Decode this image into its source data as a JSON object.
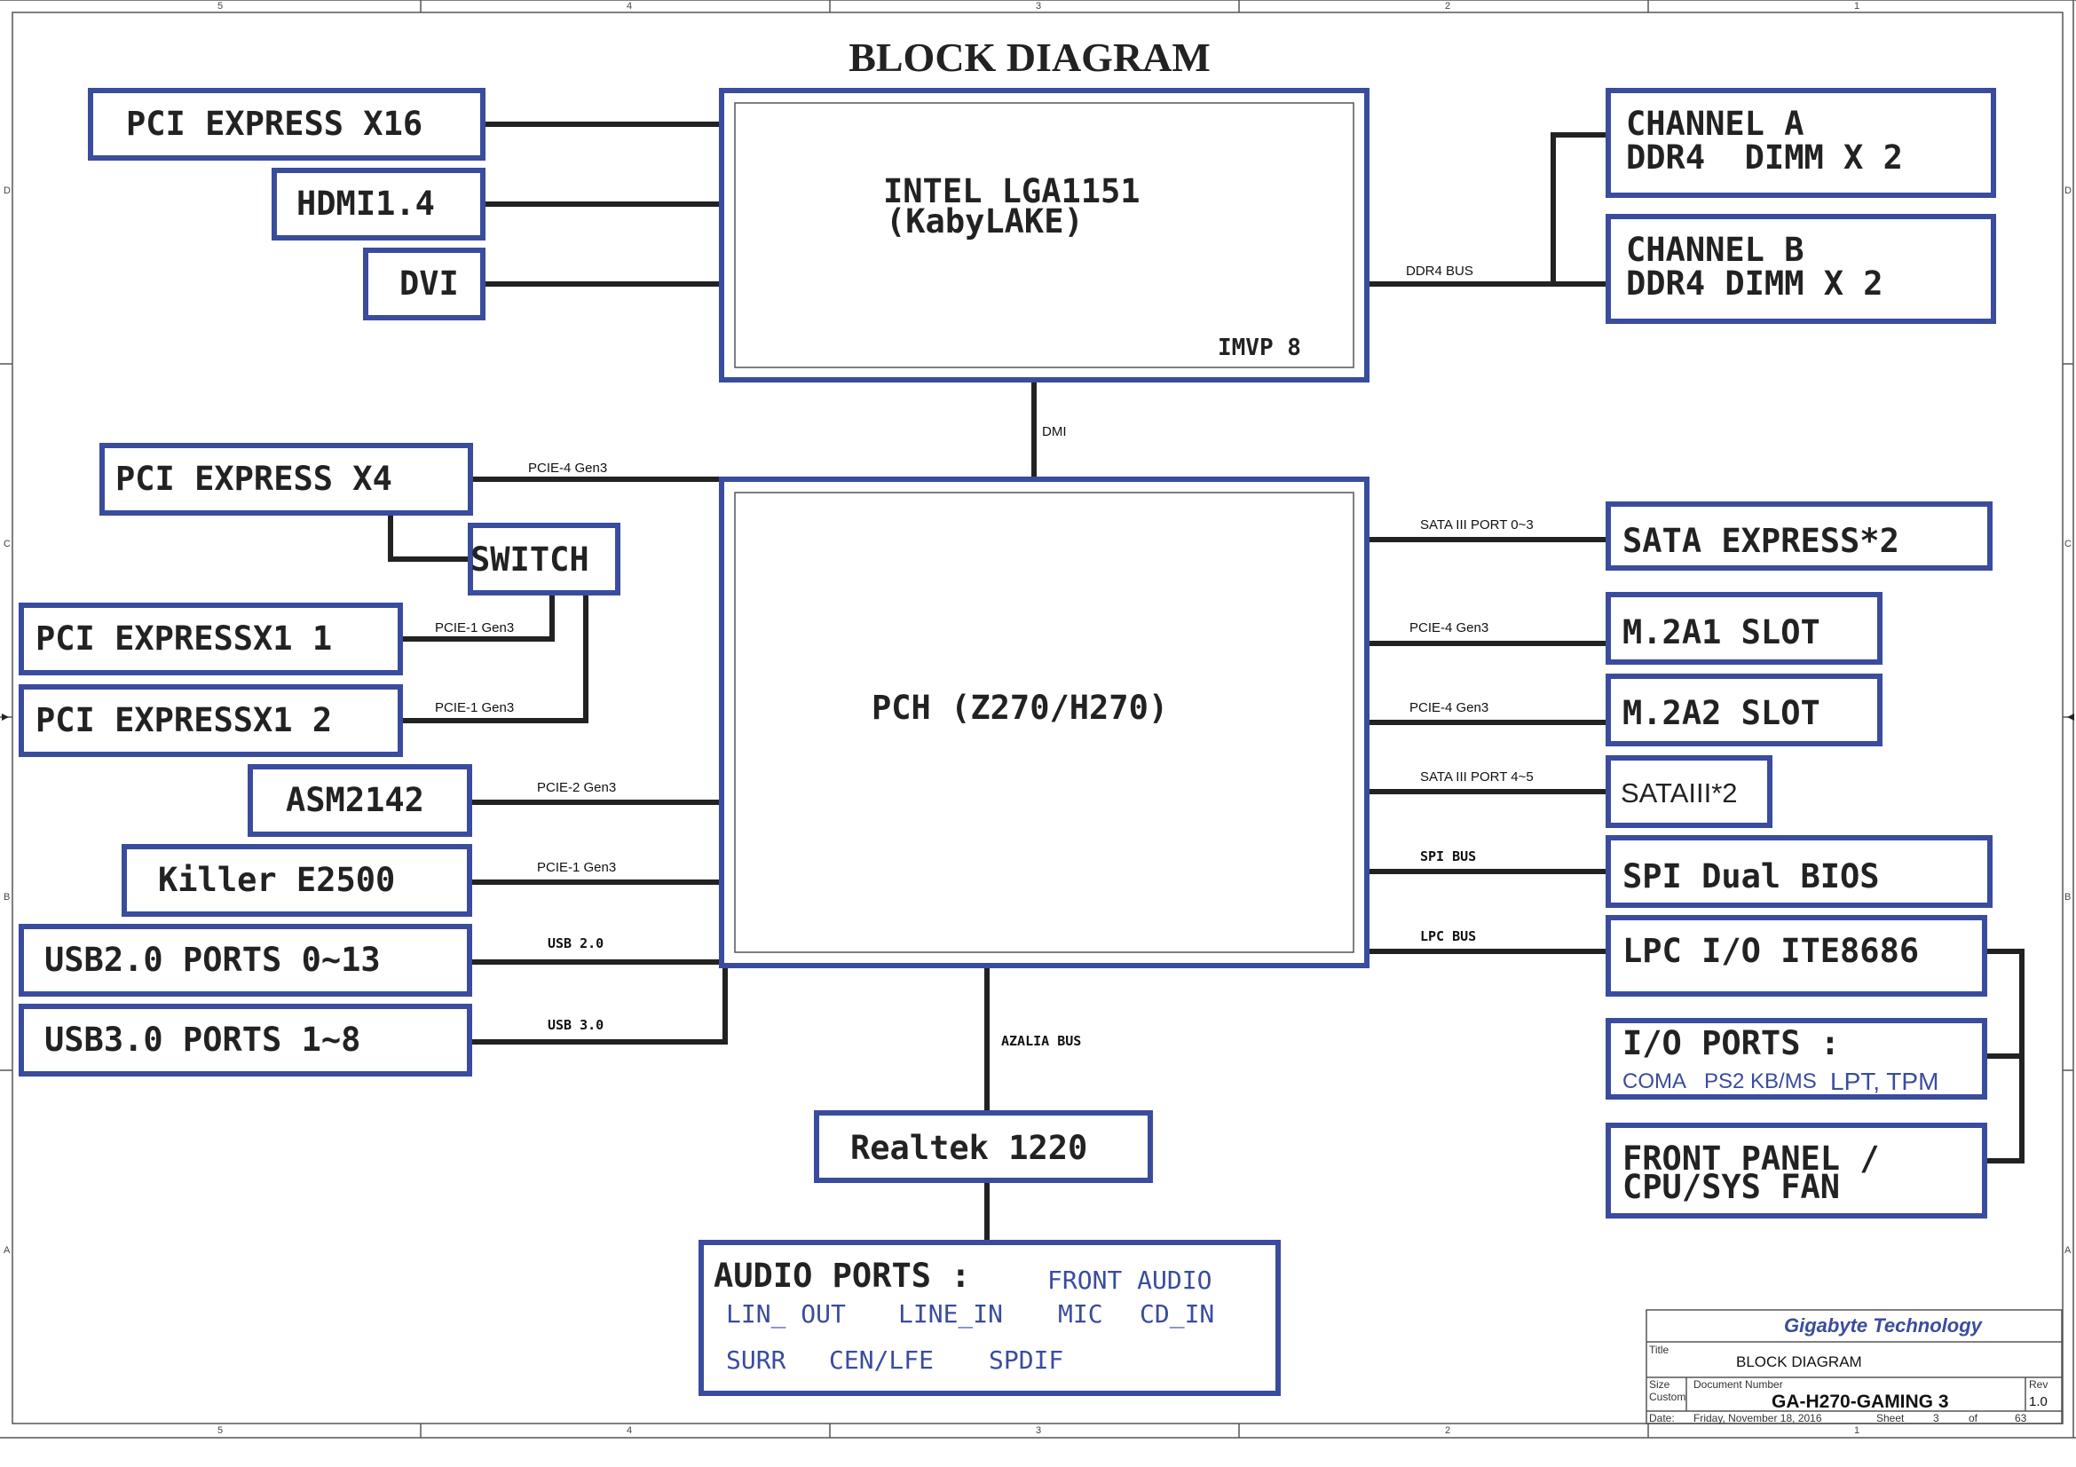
{
  "title": "BLOCK DIAGRAM",
  "colors": {
    "box_border": "#3a4c9e",
    "line": "#222222",
    "accent_text": "#3a4c9e",
    "frame": "#555555"
  },
  "cpu": {
    "line1": "INTEL LGA1151",
    "line2": "(KabyLAKE)",
    "sub": "IMVP 8"
  },
  "pch": {
    "label": "PCH (Z270/H270)"
  },
  "left_top": {
    "pcie_x16": "PCI EXPRESS X16",
    "hdmi": "HDMI1.4",
    "dvi": "DVI"
  },
  "memory": {
    "a_line1": "CHANNEL A",
    "a_line2": "DDR4  DIMM X 2",
    "b_line1": "CHANNEL B",
    "b_line2": "DDR4 DIMM X 2",
    "bus": "DDR4 BUS"
  },
  "dmi": "DMI",
  "left_pch": {
    "pcie_x4": "PCI EXPRESS X4",
    "pcie_x4_bus": "PCIE-4 Gen3",
    "switch": "SWITCH",
    "pcie_x1_1": "PCI EXPRESSX1 1",
    "pcie_x1_1_bus": "PCIE-1 Gen3",
    "pcie_x1_2": "PCI EXPRESSX1 2",
    "pcie_x1_2_bus": "PCIE-1 Gen3",
    "asm": "ASM2142",
    "asm_bus": "PCIE-2 Gen3",
    "killer": "Killer E2500",
    "killer_bus": "PCIE-1 Gen3",
    "usb2": "USB2.0 PORTS 0~13",
    "usb2_bus": "USB 2.0",
    "usb3": "USB3.0 PORTS 1~8",
    "usb3_bus": "USB 3.0"
  },
  "right_pch": {
    "sata_express": "SATA EXPRESS*2",
    "sata_express_bus": "SATA III PORT 0~3",
    "m2a1": "M.2A1 SLOT",
    "m2a1_bus": "PCIE-4 Gen3",
    "m2a2": "M.2A2 SLOT",
    "m2a2_bus": "PCIE-4 Gen3",
    "sata3": "SATAIII*2",
    "sata3_bus": "SATA III PORT 4~5",
    "spi": "SPI Dual BIOS",
    "spi_bus": "SPI BUS",
    "lpc": "LPC I/O ITE8686",
    "lpc_bus": "LPC BUS",
    "io_title": "I/O PORTS :",
    "io_coma": "COMA",
    "io_ps2": "PS2 KB/MS",
    "io_lpt": "LPT, TPM",
    "fp_line1": "FRONT PANEL /",
    "fp_line2": "CPU/SYS FAN"
  },
  "audio": {
    "azalia_bus": "AZALIA BUS",
    "codec": "Realtek 1220",
    "ports_title": "AUDIO PORTS :",
    "front_audio": "FRONT AUDIO",
    "lin_out": "LIN_ OUT",
    "line_in": "LINE_IN",
    "mic": "MIC",
    "cd_in": "CD_IN",
    "surr": "SURR",
    "cen_lfe": "CEN/LFE",
    "spdif": "SPDIF"
  },
  "title_block": {
    "company": "Gigabyte Technology",
    "title_label": "Title",
    "title_value": "BLOCK DIAGRAM",
    "size_label": "Size",
    "size_value": "Custom",
    "doc_label": "Document Number",
    "doc_value": "GA-H270-GAMING 3",
    "rev_label": "Rev",
    "rev_value": "1.0",
    "date_label": "Date:",
    "date_value": "Friday, November 18, 2016",
    "sheet_label": "Sheet",
    "sheet_value": "3",
    "of_label": "of",
    "of_value": "63"
  },
  "frame": {
    "top_zones": [
      "5",
      "4",
      "3",
      "2",
      "1"
    ],
    "side_zones": [
      "D",
      "C",
      "B",
      "A"
    ]
  }
}
